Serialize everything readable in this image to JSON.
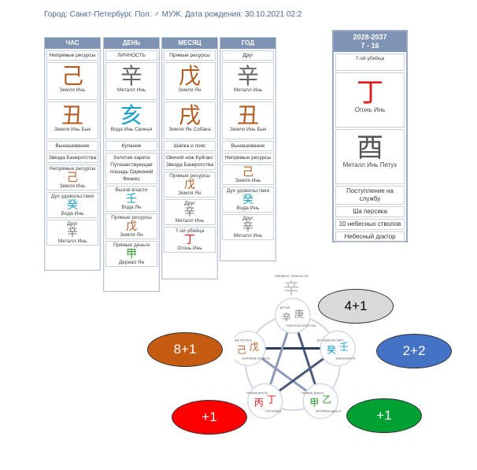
{
  "header": {
    "text": "Город: Санкт-Петербург. Пол: ♂ МУЖ. Дата рождения: 30.10.2021 02:2"
  },
  "pillars": [
    {
      "title": "ЧАС",
      "cells": [
        {
          "type": "text",
          "text": "Непрямые ресурсы"
        },
        {
          "type": "glyph",
          "char": "己",
          "color": "#b35a1f",
          "label": "Земля Инь"
        },
        {
          "type": "glyph",
          "char": "丑",
          "color": "#b35a1f",
          "label": "Земля Инь Бык"
        },
        {
          "type": "text",
          "text": "Вынашивание"
        },
        {
          "type": "text",
          "text": "Звезда Банкротства"
        },
        {
          "type": "small",
          "text": "Непрямые ресурсы",
          "char": "己",
          "color": "#b35a1f",
          "label": "Земля Инь"
        },
        {
          "type": "small",
          "text": "Дух удовольствия",
          "char": "癸",
          "color": "#1aa0c8",
          "label": "Вода Инь"
        },
        {
          "type": "small",
          "text": "Друг",
          "char": "辛",
          "color": "#777",
          "label": "Металл Инь"
        }
      ]
    },
    {
      "title": "ДЕНЬ",
      "cells": [
        {
          "type": "text",
          "text": "ЛИЧНОСТЬ"
        },
        {
          "type": "glyph",
          "char": "辛",
          "color": "#666",
          "label": "Металл Инь"
        },
        {
          "type": "glyph",
          "char": "亥",
          "color": "#1aa0c8",
          "label": "Вода Инь Свинья"
        },
        {
          "type": "text",
          "text": "Купание"
        },
        {
          "type": "text",
          "text": "Золотая карета Путешествующая лошадь Одинокий Феникс"
        },
        {
          "type": "small",
          "text": "Вызов власти",
          "char": "壬",
          "color": "#1aa0c8",
          "label": "Вода Ян"
        },
        {
          "type": "small",
          "text": "Прямые ресурсы",
          "char": "戊",
          "color": "#b35a1f",
          "label": "Земля Ян"
        },
        {
          "type": "small",
          "text": "Прямые деньги",
          "char": "甲",
          "color": "#2a9a2a",
          "label": "Дерево Ян"
        }
      ]
    },
    {
      "title": "МЕСЯЦ",
      "cells": [
        {
          "type": "text",
          "text": "Прямые ресурсы"
        },
        {
          "type": "glyph",
          "char": "戊",
          "color": "#b35a1f",
          "label": "Земля Ян"
        },
        {
          "type": "glyph",
          "char": "戌",
          "color": "#b35a1f",
          "label": "Земля Ян Собака"
        },
        {
          "type": "text",
          "text": "Шапка и пояс"
        },
        {
          "type": "text",
          "text": "Овечий нож Куйганг Звезда Банкротства"
        },
        {
          "type": "small",
          "text": "Прямые ресурсы",
          "char": "戊",
          "color": "#b35a1f",
          "label": "Земля Ян"
        },
        {
          "type": "small",
          "text": "Друг",
          "char": "辛",
          "color": "#777",
          "label": "Металл Инь"
        },
        {
          "type": "small",
          "text": "7-ой убийца",
          "char": "丁",
          "color": "#e01a1a",
          "label": "Огонь Инь"
        }
      ]
    },
    {
      "title": "ГОД",
      "cells": [
        {
          "type": "text",
          "text": "Друг"
        },
        {
          "type": "glyph",
          "char": "辛",
          "color": "#666",
          "label": "Металл Инь"
        },
        {
          "type": "glyph",
          "char": "丑",
          "color": "#b35a1f",
          "label": "Земля Инь Бык"
        },
        {
          "type": "text",
          "text": "Вынашивание"
        },
        {
          "type": "text",
          "text": "Непрямые ресурсы"
        },
        {
          "type": "small",
          "text": "",
          "char": "己",
          "color": "#b35a1f",
          "label": "Земля Инь"
        },
        {
          "type": "small",
          "text": "Дух удовольствия",
          "char": "癸",
          "color": "#1aa0c8",
          "label": "Вода Инь"
        },
        {
          "type": "small",
          "text": "Друг",
          "char": "辛",
          "color": "#777",
          "label": "Металл Инь"
        }
      ]
    }
  ],
  "luck": {
    "years": "2028-2037",
    "ages": "7 - 16",
    "star": "7-ой убийца",
    "stem_char": "丁",
    "stem_color": "#e01a1a",
    "stem_label": "Огонь Инь",
    "branch_char": "酉",
    "branch_color": "#555",
    "branch_label": "Металл Инь Петух",
    "notes": [
      "Поступление на службу",
      "Ша персика",
      "10 небесных стволов",
      "Небесный доктор"
    ]
  },
  "diagram": {
    "top_label": "ЭЛЕМЕНТ ЛИЧНОСТИ",
    "top_char": "辛",
    "nodes": [
      {
        "label1": "ДРУЗЬЯ",
        "chars": [
          "辛",
          "庚"
        ],
        "colors": [
          "#888",
          "#888"
        ],
        "label2": "ГРАБИТЕЛИ БОГАТСТВА"
      },
      {
        "label1": "ДУХ УДОВОЛЬСТВИЯ",
        "chars": [
          "癸",
          "壬"
        ],
        "colors": [
          "#1aa0c8",
          "#1aa0c8"
        ],
        "label2": "ВЫЗОВ ВЛАСТИ"
      },
      {
        "label1": "ПРЯМЫЕ ДЕНЬГИ",
        "chars": [
          "甲",
          "乙"
        ],
        "colors": [
          "#2a9a2a",
          "#2a9a2a"
        ],
        "label2": "НЕПРЯМЫЕ ДЕНЬГИ"
      },
      {
        "label1": "ПРЯМАЯ ВЛАСТЬ",
        "chars": [
          "丙",
          "丁"
        ],
        "colors": [
          "#e01a1a",
          "#e01a1a"
        ],
        "label2": "7-ОЙ УБИЙЦА"
      },
      {
        "label1": "ПРЯМЫЕ РЕСУРСЫ",
        "chars": [
          "己",
          "戊"
        ],
        "colors": [
          "#b35a1f",
          "#b35a1f"
        ],
        "label2": "НЕПРЯМЫЕ РЕСУРСЫ"
      }
    ]
  },
  "ovals": [
    {
      "text": "4+1",
      "color": "#d9d9d9",
      "textColor": "#000"
    },
    {
      "text": "8+1",
      "color": "#c55a11",
      "textColor": "#fff"
    },
    {
      "text": "2+2",
      "color": "#4472c4",
      "textColor": "#fff"
    },
    {
      "text": "+1",
      "color": "#ff0000",
      "textColor": "#fff"
    },
    {
      "text": "+1",
      "color": "#00a033",
      "textColor": "#fff"
    }
  ]
}
